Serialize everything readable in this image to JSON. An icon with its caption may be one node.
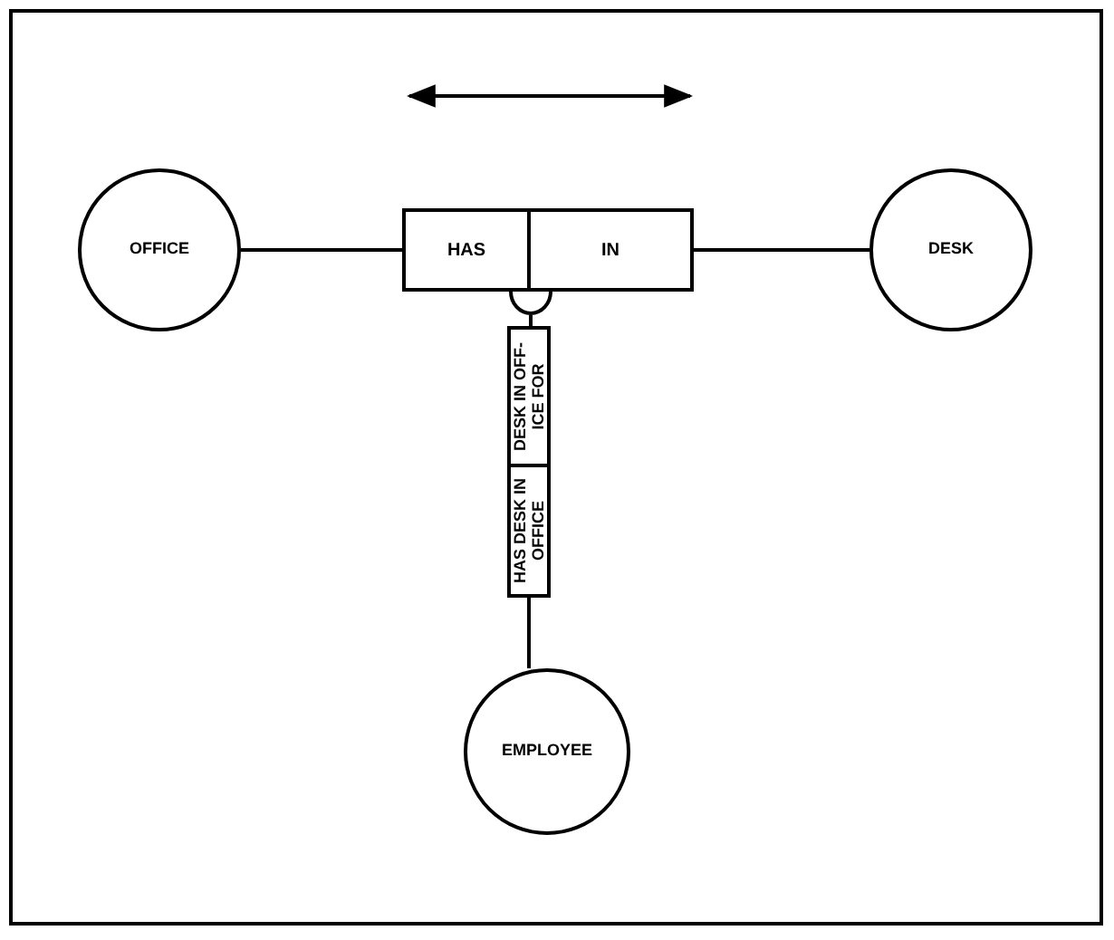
{
  "diagram": {
    "nodes": [
      {
        "text": [
          "OFFICE"
        ]
      },
      {
        "text": [
          "HAS"
        ]
      },
      {
        "text": [
          "IN"
        ]
      },
      {
        "text": [
          "DESK"
        ]
      },
      {
        "text": [],
        "shape": "semicircle"
      },
      {
        "text": [
          "DESK IN OFF- ICE FOR"
        ]
      },
      {
        "text": [
          "HAS DESK IN OFFICE"
        ]
      },
      {
        "text": [
          "EMPLOYEE"
        ]
      }
    ],
    "edges": [
      {
        "from": 0,
        "to": 1,
        "arrow": "none"
      },
      {
        "from": 2,
        "to": 3,
        "arrow": "none"
      },
      {
        "from": 4,
        "to": 5,
        "arrow": "none"
      },
      {
        "from": 6,
        "to": 7,
        "arrow": "none"
      }
    ]
  }
}
